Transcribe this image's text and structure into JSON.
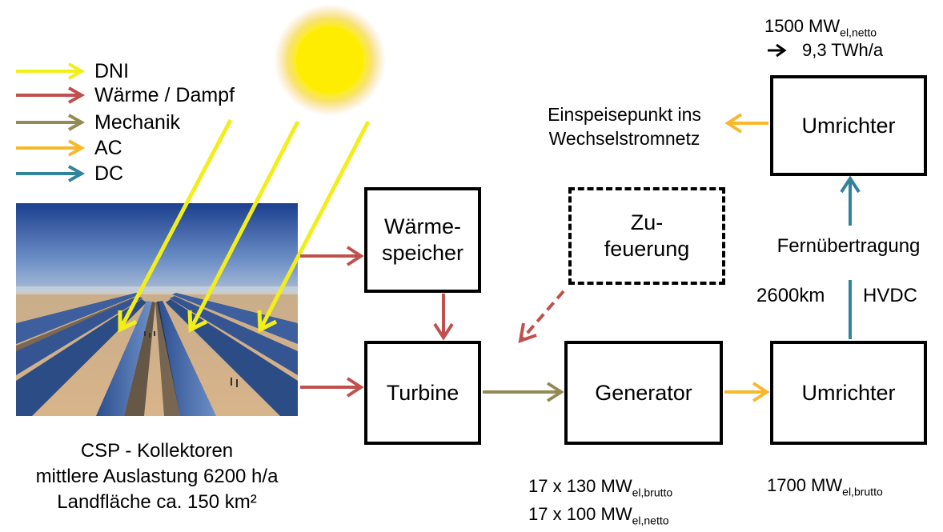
{
  "legend": {
    "items": [
      {
        "label": "DNI",
        "color": "#f2ee1a"
      },
      {
        "label": "Wärme / Dampf",
        "color": "#c0504d"
      },
      {
        "label": "Mechanik",
        "color": "#948a54"
      },
      {
        "label": "AC",
        "color": "#f8b82a"
      },
      {
        "label": "DC",
        "color": "#31849b"
      }
    ]
  },
  "boxes": {
    "waermespeicher": "Wärme-\nspeicher",
    "zufeuerung": "Zu-\nfeuerung",
    "turbine": "Turbine",
    "generator": "Generator",
    "umrichter_low": "Umrichter",
    "umrichter_top": "Umrichter"
  },
  "labels": {
    "einspeise_line1": "Einspeisepunkt ins",
    "einspeise_line2": "Wechselstromnetz",
    "fernuebertragung": "Fernübertragung",
    "distance": "2600km",
    "hvdc": "HVDC",
    "top_power_value": "1500 MW",
    "top_power_sub": "el,netto",
    "top_energy": "9,3 TWh/a",
    "gen_brutto_prefix": "17 x 130 MW",
    "gen_brutto_sub": "el,brutto",
    "gen_netto_prefix": "17 x 100 MW",
    "gen_netto_sub": "el,netto",
    "umr_power_value": "1700 MW",
    "umr_power_sub": "el,brutto"
  },
  "caption": {
    "line1": "CSP - Kollektoren",
    "line2": "mittlere Auslastung 6200 h/a",
    "line3": "Landfläche ca. 150 km²"
  },
  "colors": {
    "dni": "#f2ee1a",
    "heat": "#c0504d",
    "mech": "#948a54",
    "ac": "#f8b82a",
    "dc": "#31849b"
  }
}
